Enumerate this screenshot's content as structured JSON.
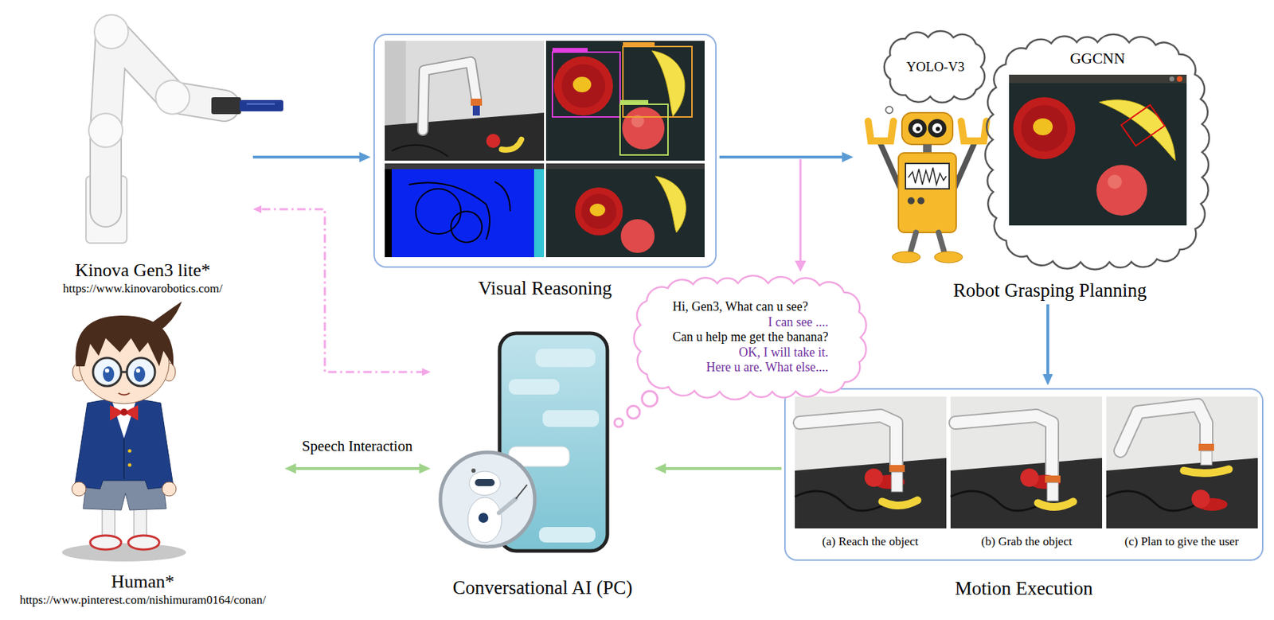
{
  "diagram": {
    "nodes": [
      {
        "text": [
          "Kinova Gen3 lite*",
          "https://www.kinovarobotics.com/"
        ]
      },
      {
        "text": [
          "Visual Reasoning"
        ]
      },
      {
        "text": [
          "Robot Grasping Planning"
        ]
      },
      {
        "text": [
          "YOLO-V3"
        ],
        "in": 2
      },
      {
        "text": [
          "GGCNN"
        ],
        "in": 2
      },
      {
        "text": [
          "Motion Execution"
        ]
      },
      {
        "text": [
          "Conversational AI (PC)"
        ]
      },
      {
        "text": [
          "Human*",
          "https://www.pinterest.com/nishimuram0164/conan/"
        ]
      },
      {
        "text": [
          "Hi, Gen3, What can u see?",
          "I can see ....",
          "Can u help me get the banana?",
          "OK, I will take it.",
          "Here u are. What else...."
        ]
      }
    ],
    "edges": [
      {
        "from": 0,
        "to": 1,
        "arrow": "to"
      },
      {
        "from": 1,
        "to": 2,
        "arrow": "to"
      },
      {
        "from": 2,
        "to": 5,
        "arrow": "to"
      },
      {
        "from": 5,
        "to": 6,
        "arrow": "to"
      },
      {
        "from": 7,
        "to": 6,
        "label": "Speech Interaction",
        "arrow": "both"
      },
      {
        "from": 6,
        "to": 0,
        "arrow": "both"
      }
    ],
    "labels": [
      "(a) Reach the object",
      "(b) Grab the object",
      "(c) Plan to give the user"
    ]
  }
}
